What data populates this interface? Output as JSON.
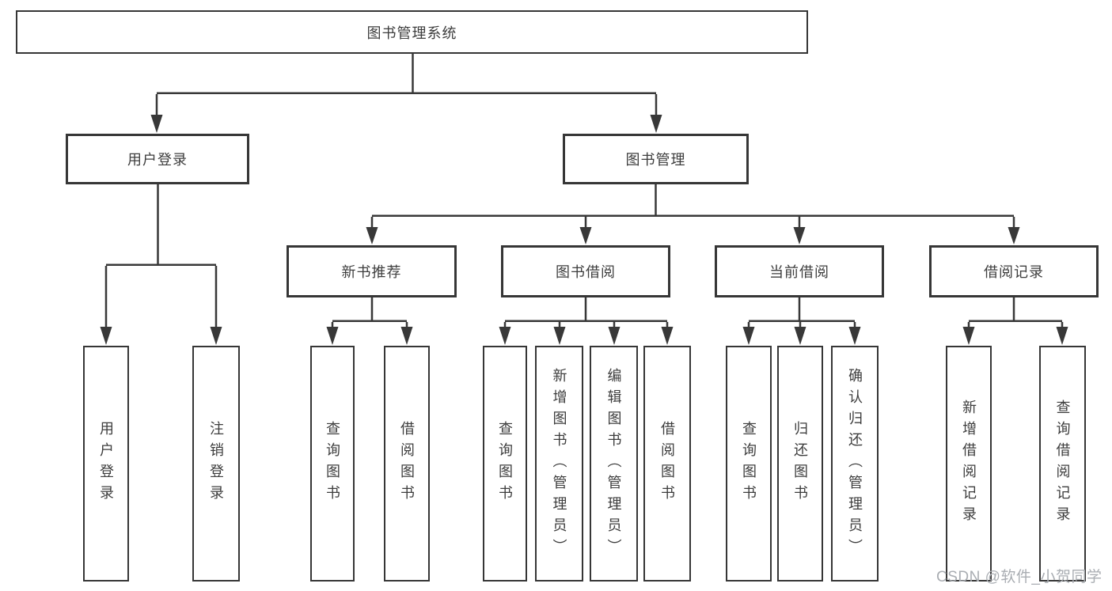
{
  "diagram": {
    "root": {
      "label": "图书管理系统"
    },
    "branches": {
      "user_login": {
        "label": "用户登录"
      },
      "book_mgmt": {
        "label": "图书管理"
      }
    },
    "modules": {
      "new_book_rec": {
        "label": "新书推荐"
      },
      "book_borrow": {
        "label": "图书借阅"
      },
      "current_borrow": {
        "label": "当前借阅"
      },
      "borrow_records": {
        "label": "借阅记录"
      }
    },
    "leaves": {
      "login": "用户登录",
      "logout": "注销登录",
      "rec_query_books": "查询图书",
      "rec_borrow_books": "借阅图书",
      "bb_query_books": "查询图书",
      "bb_add_books": "新增图书（管理员）",
      "bb_edit_books": "编辑图书（管理员）",
      "bb_borrow_books": "借阅图书",
      "cb_query_books": "查询图书",
      "cb_return_books": "归还图书",
      "cb_confirm_return": "确认归还（管理员）",
      "br_add_record": "新增借阅记录",
      "br_query_record": "查询借阅记录"
    }
  },
  "watermark": "CSDN @软件_小贺同学",
  "colors": {
    "line": "#383838",
    "box_border": "#363636",
    "text": "#3d3d3d",
    "watermark": "#a9adb2",
    "background": "#ffffff"
  }
}
